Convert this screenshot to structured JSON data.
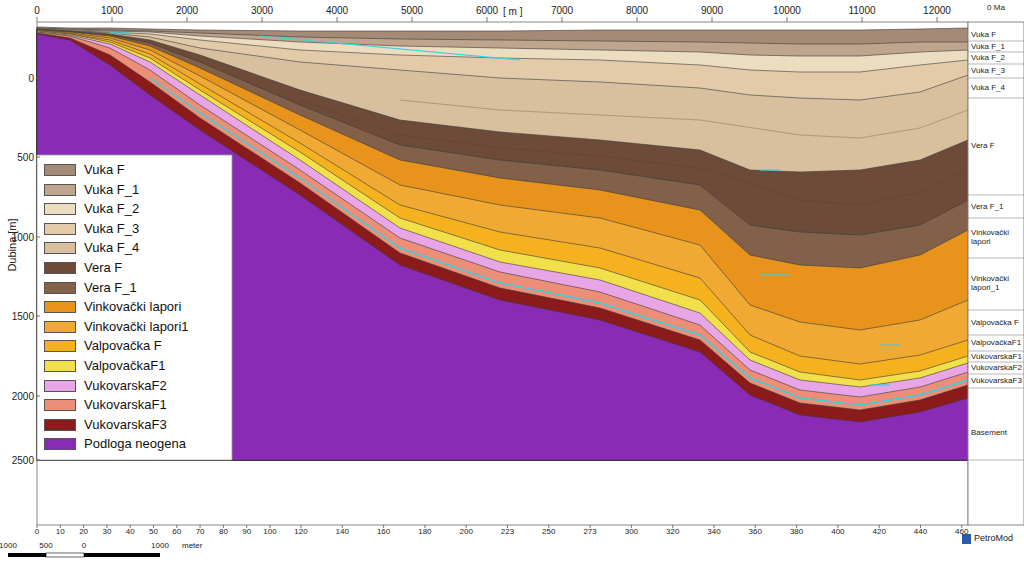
{
  "diagram": {
    "labels": [
      "0",
      "1000",
      "2000",
      "3000",
      "4000",
      "5000",
      "6000",
      "7000",
      "8000",
      "9000",
      "10000",
      "11000",
      "12000",
      "[ m ]",
      "0 Ma",
      "Vuka F",
      "Vuka F_1",
      "Vuka F_2",
      "Vuka F_3",
      "Vuka F_4",
      "Vera F",
      "Vera F_1",
      "Vinkovački lapori",
      "Vinkovački lapori_1",
      "Valpovačka F",
      "ValpovačkaF1",
      "VukovarskaF1",
      "VukovarskaF2",
      "VukovarskaF3",
      "Basement",
      "0",
      "500",
      "1000",
      "1500",
      "2000",
      "2500",
      "Dubina [m]",
      "0",
      "10",
      "20",
      "30",
      "40",
      "50",
      "60",
      "70",
      "80",
      "90",
      "100",
      "120",
      "140",
      "160",
      "180",
      "200",
      "223",
      "250",
      "273",
      "300",
      "320",
      "340",
      "360",
      "380",
      "400",
      "420",
      "440",
      "460",
      "1000",
      "500",
      "0",
      "1000",
      "meter",
      "PetroMod"
    ],
    "legend": [
      {
        "text": "Vuka F",
        "color": "#a58a75"
      },
      {
        "text": "Vuka F_1",
        "color": "#bea58e"
      },
      {
        "text": "Vuka F_2",
        "color": "#ecdcc0"
      },
      {
        "text": "Vuka F_3",
        "color": "#e3cba9"
      },
      {
        "text": "Vuka F_4",
        "color": "#d8bf9e"
      },
      {
        "text": "Vera F",
        "color": "#6e4b38"
      },
      {
        "text": "Vera F_1",
        "color": "#82604a"
      },
      {
        "text": "Vinkovački lapori",
        "color": "#e8941c"
      },
      {
        "text": "Vinkovački lapori1",
        "color": "#f0aa34"
      },
      {
        "text": "Valpovačka F",
        "color": "#f6b21e"
      },
      {
        "text": "ValpovačkaF1",
        "color": "#f2e04a"
      },
      {
        "text": "VukovarskaF2",
        "color": "#e9a6e6"
      },
      {
        "text": "VukovarskaF1",
        "color": "#ec8e78"
      },
      {
        "text": "VukovarskaF3",
        "color": "#8b1a1a"
      },
      {
        "text": "Podloga neogena",
        "color": "#8a2bb5"
      }
    ]
  }
}
